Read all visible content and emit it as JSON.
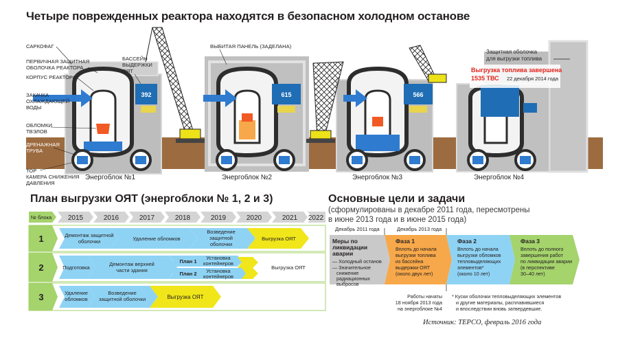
{
  "title": "Четыре поврежденных реактора находятся в безопасном холодном останове",
  "diagram": {
    "labels": {
      "sarcophagus": "САРКОФАГ",
      "containment": [
        "ПЕРВИЧНАЯ ЗАЩИТНАЯ",
        "ОБОЛОЧКА РЕАКТОРА"
      ],
      "vessel": "КОРПУС РЕАКТОРА",
      "injection": [
        "ЗАКАЧКА",
        "ОХЛАЖДАЮЩЕЙ",
        "ВОДЫ"
      ],
      "debris": [
        "ОБЛОМКИ",
        "ТВЭЛОВ"
      ],
      "drain": [
        "ДРЕНАЖНАЯ",
        "ТРУБА"
      ],
      "torus": [
        "ТОР",
        "КАМЕРА СНИЖЕНИЯ",
        "ДАВЛЕНИЯ"
      ],
      "pool": [
        "БАССЕЙН",
        "ВЫДЕРЖКИ",
        "ОЯТ"
      ],
      "panel": "ВЫБИТАЯ ПАНЕЛЬ (ЗАДЕЛАНА)",
      "shell4": [
        "Защитная оболочка",
        "для выгрузки топлива"
      ],
      "done": [
        "Выгрузка топлива завершена",
        "1535 ТВС"
      ],
      "done_date": "22 декабря 2014 года"
    },
    "units": [
      {
        "name": "Энергоблок №1",
        "pool_count": "392"
      },
      {
        "name": "Энергоблок №2",
        "pool_count": "615"
      },
      {
        "name": "Энергоблок №3",
        "pool_count": "566"
      },
      {
        "name": "Энергоблок №4",
        "pool_count": ""
      }
    ]
  },
  "plan": {
    "title": "План выгрузки ОЯТ (энергоблоки № 1, 2 и 3)",
    "block_header": "№ блока",
    "years": [
      "2015",
      "2016",
      "2017",
      "2018",
      "2019",
      "2020",
      "2021",
      "2022"
    ],
    "rows": [
      {
        "unit": "1",
        "steps": [
          [
            "Демонтаж защитной",
            "оболочки"
          ],
          [
            "Удаление обломков"
          ],
          [
            "Возведение",
            "защитной",
            "оболочки"
          ],
          [
            "Выгрузка ОЯТ"
          ]
        ]
      },
      {
        "unit": "2",
        "steps": [
          [
            "Подготовка"
          ],
          [
            "Демонтаж верхней",
            "части здания"
          ]
        ],
        "plan1": "План 1",
        "plan1_step": [
          "Установка",
          "контейнеров"
        ],
        "plan2": "План 2",
        "plan2_step": [
          "Установка",
          "контейнеров"
        ],
        "final": "Выгрузка ОЯТ"
      },
      {
        "unit": "3",
        "steps": [
          [
            "Удаление",
            "обломков"
          ],
          [
            "Возведение",
            "защитной оболочки"
          ],
          [
            "Выгрузка ОЯТ"
          ]
        ]
      }
    ]
  },
  "goals": {
    "title": "Основные цели и задачи",
    "subtitle": [
      "(сформулированы в декабре 2011 года, пересмотрены",
      "в июне 2013 года и в июне 2015 года)"
    ],
    "date1": "Декабрь 2011 года",
    "date2": "Декабрь 2013 года",
    "measures": {
      "title": [
        "Меры по",
        "ликвидации",
        "аварии"
      ],
      "items": [
        "— Холодный останов",
        "— Значительное",
        "снижение",
        "радиационных",
        "выбросов"
      ]
    },
    "phase1": {
      "title": "Фаза 1",
      "text": [
        "Вплоть до начала",
        "выгрузки топлива",
        "из бассейна",
        "выдержки ОЯТ",
        "(около двух лет)"
      ]
    },
    "phase2": {
      "title": "Фаза 2",
      "text": [
        "Вплоть до начала",
        "выгрузки обломков",
        "тепловыделяющих",
        "элементов*",
        "(около 10 лет)"
      ]
    },
    "phase3": {
      "title": "Фаза 3",
      "text": [
        "Вплоть до полного",
        "завершения работ",
        "по ликвидации аварии",
        "(в перспективе",
        "30–40 лет)"
      ]
    },
    "note_left": [
      "Работы начаты",
      "18 ноября 2013 года",
      "на энергоблоке №4"
    ],
    "note_right": [
      "* Куски оболочки тепловыделяющих элементов",
      "и другие материалы, расплавившиеся",
      "и впоследствии вновь затвердевшие."
    ]
  },
  "source": "Источник: ТЕРСО, февраль 2016 года",
  "colors": {
    "cyan": "#8fd3f4",
    "yellow": "#f0e619",
    "orange": "#f7a84a",
    "green": "#a5d36c",
    "gray": "#c9c9c9",
    "blue": "#1f6db5",
    "arrow": "#2e7bcf",
    "soil": "#9c6b3f",
    "red": "#e2231a",
    "dark": "#231f20"
  }
}
